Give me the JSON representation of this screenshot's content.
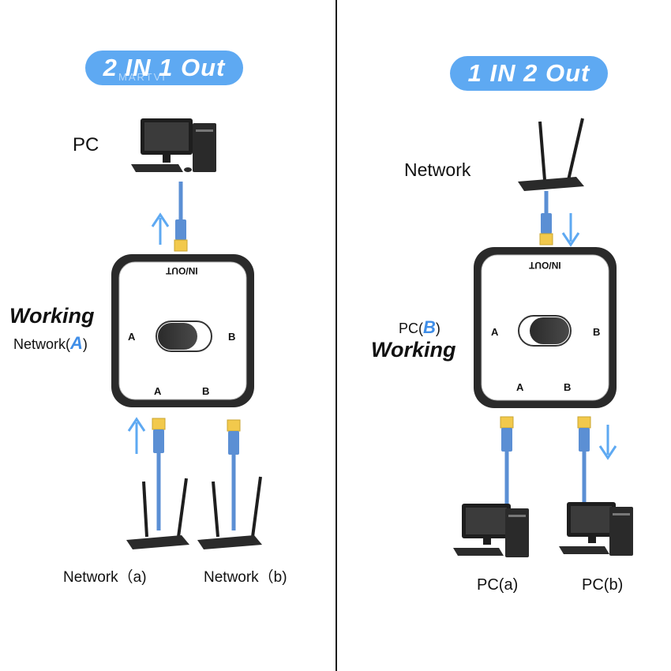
{
  "left": {
    "title": "2 IN 1 Out",
    "output_label": "PC",
    "status_working": "Working",
    "status_prefix": "Network(",
    "status_letter": "A",
    "status_suffix": ")",
    "switch_top_label": "IN/OUT",
    "switch_side_a": "A",
    "switch_side_b": "B",
    "switch_bottom_a": "A",
    "switch_bottom_b": "B",
    "input_a_label": "Network（a)",
    "input_b_label": "Network（b)",
    "toggle_position": "left",
    "arrow_direction": "up"
  },
  "right": {
    "title": "1 IN 2 Out",
    "input_label": "Network",
    "status_prefix": "PC(",
    "status_letter": "B",
    "status_suffix": ")",
    "status_working": "Working",
    "switch_top_label": "IN/OUT",
    "switch_side_a": "A",
    "switch_side_b": "B",
    "switch_bottom_a": "A",
    "switch_bottom_b": "B",
    "output_a_label": "PC(a)",
    "output_b_label": "PC(b)",
    "toggle_position": "right",
    "arrow_direction": "down"
  },
  "colors": {
    "pill": "#5ea9f2",
    "arrow": "#5ea9f2",
    "cable": "#5b8fd4",
    "connector": "#f2c94c",
    "device": "#1e1e1e",
    "letter_accent": "#3f8ee8"
  },
  "watermark": "MARTVI"
}
